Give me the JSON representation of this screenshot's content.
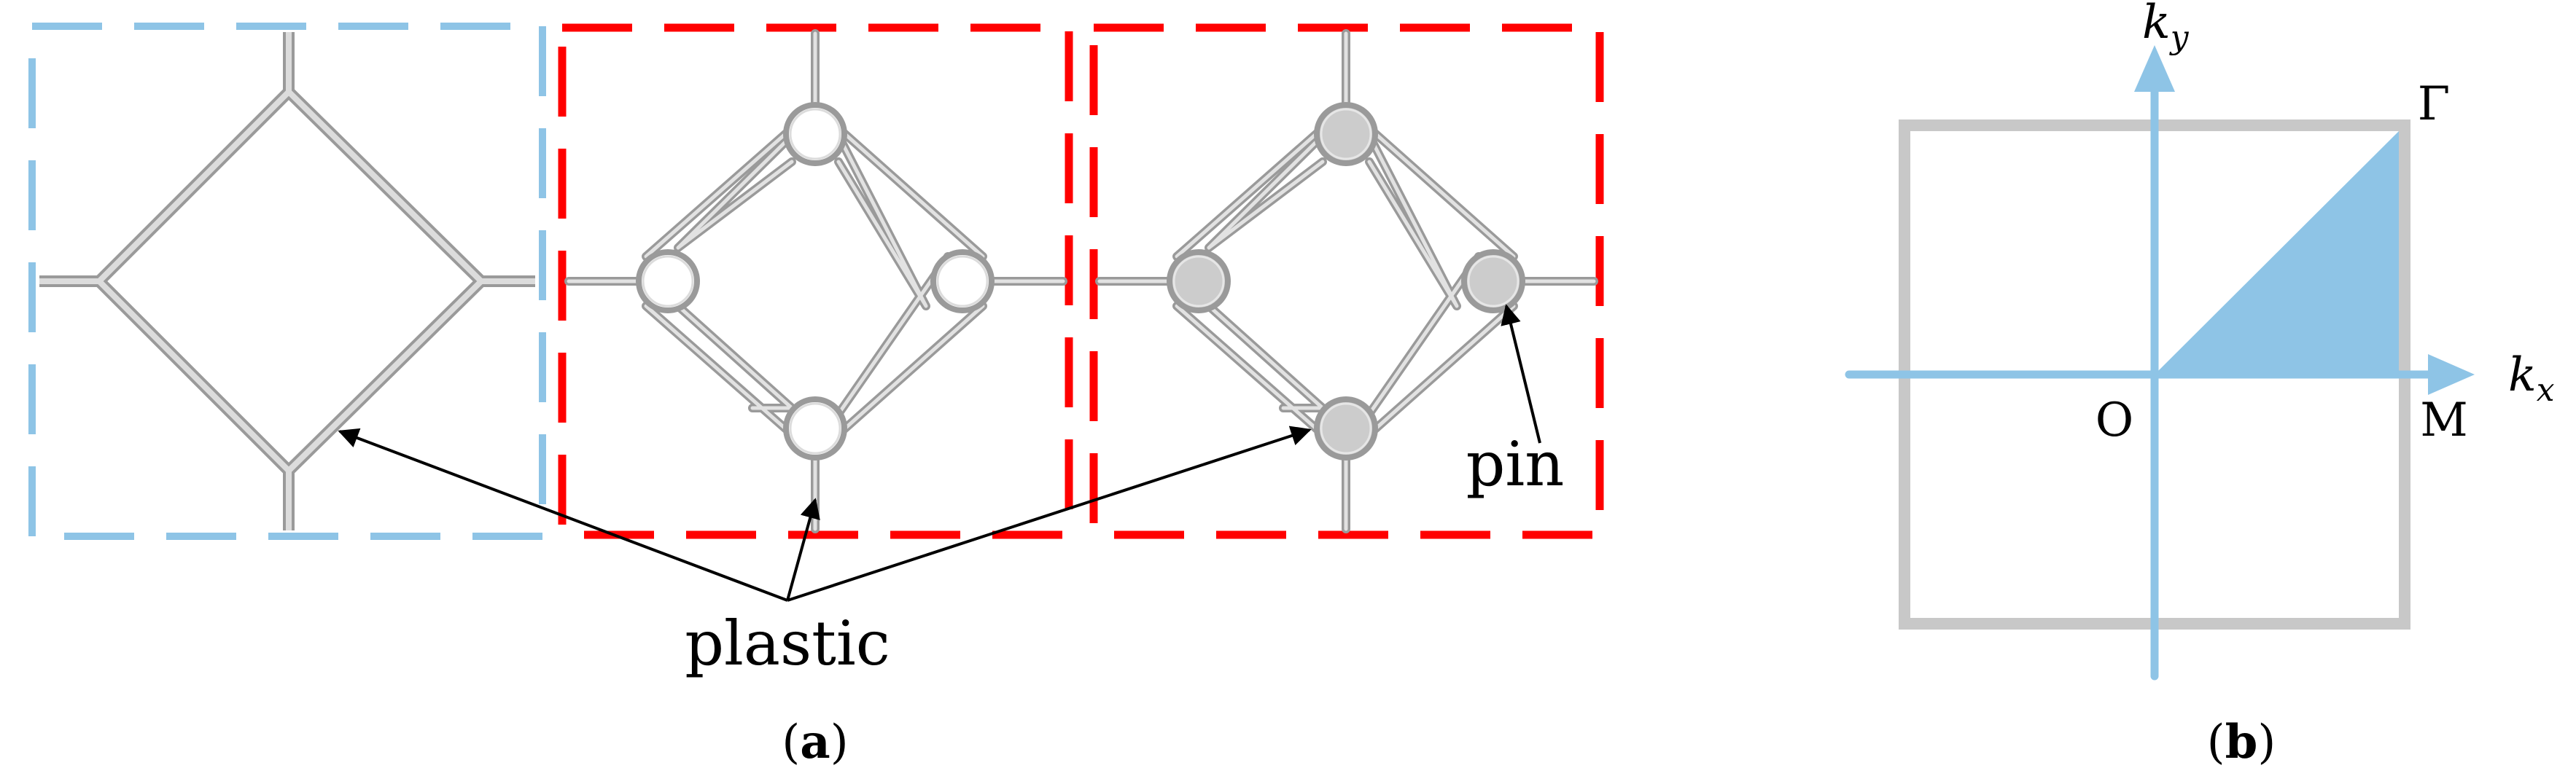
{
  "panel_a": {
    "caption_open": "(",
    "caption_letter": "a",
    "caption_close": ")",
    "annotation_plastic": "plastic",
    "annotation_pin": "pin",
    "colors": {
      "unit_cell_border": "#8ec4e6",
      "modified_cell_border": "#ff0000",
      "strut": "#c6c6c6",
      "pin_fill": "#cccccc",
      "arrow": "#000000"
    }
  },
  "panel_b": {
    "caption_open": "(",
    "caption_letter": "b",
    "caption_close": ")",
    "axis_x_base": "k",
    "axis_x_sub": "x",
    "axis_y_base": "k",
    "axis_y_sub": "y",
    "point_origin": "O",
    "point_m": "M",
    "point_gamma": "Γ",
    "colors": {
      "zone_border": "#c8c8c8",
      "axes": "#8ec4e6",
      "irreducible_zone": "#8ec4e6"
    }
  }
}
